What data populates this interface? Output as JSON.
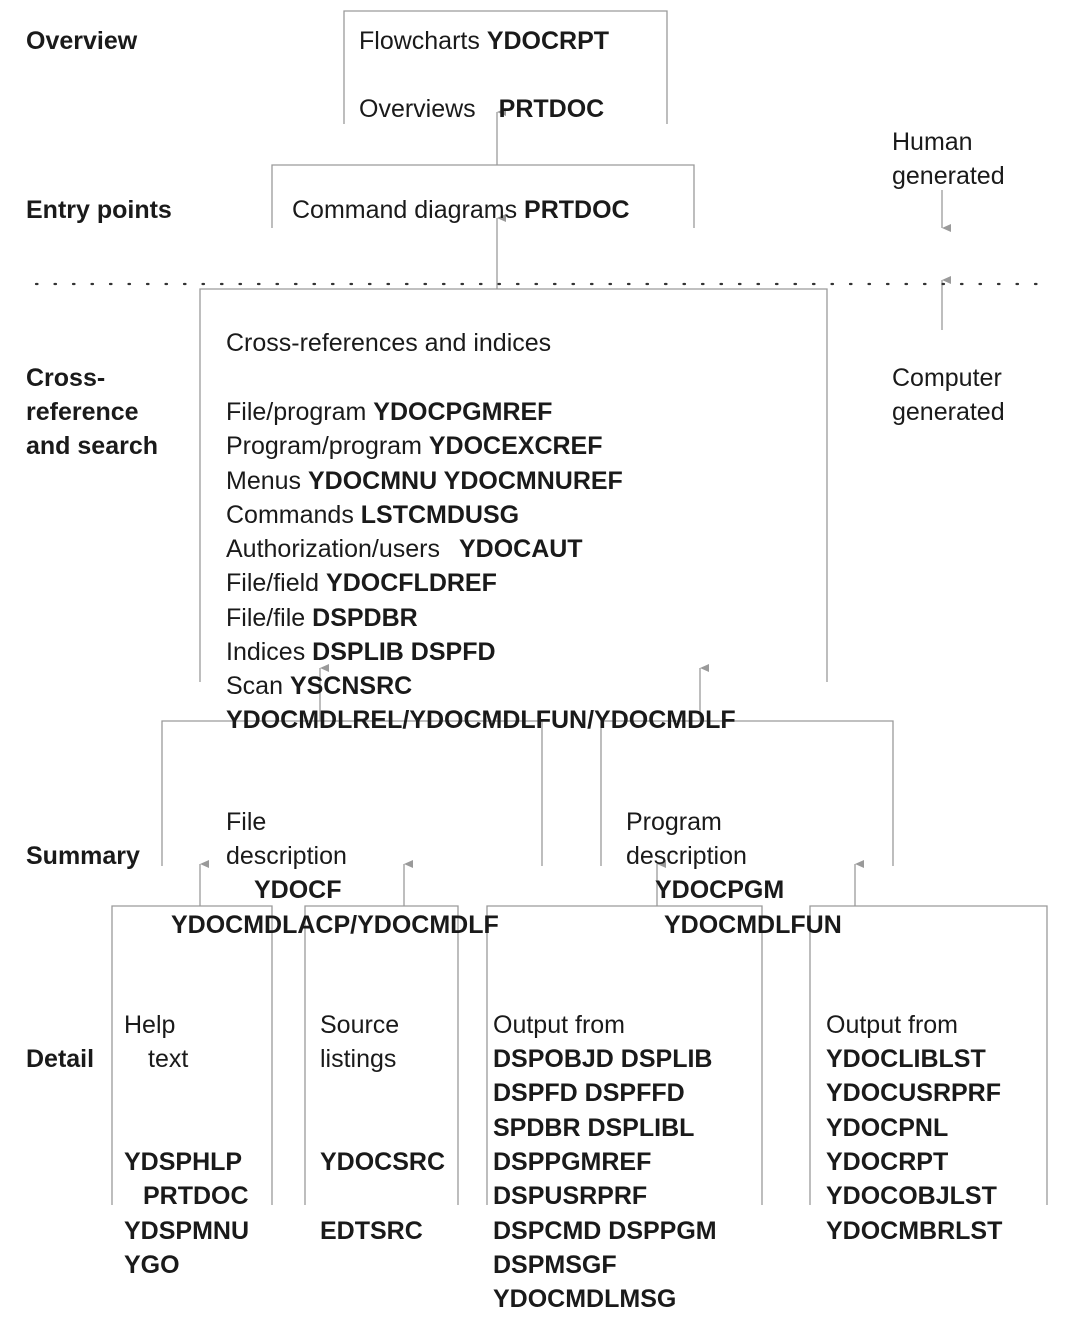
{
  "levels": {
    "overview": "Overview",
    "entry_points": "Entry points",
    "cross_reference": [
      "Cross-",
      "reference",
      "and search"
    ],
    "summary": "Summary",
    "detail": "Detail"
  },
  "side_labels": {
    "human": [
      "Human",
      "generated"
    ],
    "computer": [
      "Computer",
      "generated"
    ]
  },
  "overview_box": {
    "flowcharts_label": "Flowcharts",
    "flowcharts_cmd": "YDOCRPT",
    "overviews_label": "Overviews",
    "overviews_cmd": "PRTDOC"
  },
  "entry_box": {
    "label": "Command diagrams",
    "cmd": "PRTDOC"
  },
  "xref_box": {
    "title": "Cross-references and indices",
    "items": [
      {
        "label": "File/program",
        "cmd": "YDOCPGMREF"
      },
      {
        "label": "Program/program",
        "cmd": "YDOCEXCREF"
      },
      {
        "label": "Menus",
        "cmd": "YDOCMNU YDOCMNUREF"
      },
      {
        "label": "Commands",
        "cmd": "LSTCMDUSG"
      },
      {
        "label": "Authorization/users",
        "cmd": "YDOCAUT"
      },
      {
        "label": "File/field",
        "cmd": "YDOCFLDREF"
      },
      {
        "label": "File/file",
        "cmd": "DSPDBR"
      },
      {
        "label": "Indices",
        "cmd": "DSPLIB DSPFD"
      },
      {
        "label": "Scan",
        "cmd": "YSCNSRC"
      }
    ],
    "extra": "YDOCMDLREL/YDOCMDLFUN/YDOCMDLF"
  },
  "file_desc": {
    "line1": "File",
    "line2": "description",
    "cmd1": "YDOCF",
    "cmd2": "YDOCMDLACP/YDOCMDLF"
  },
  "program_desc": {
    "line1": "Program",
    "line2": "description",
    "cmd1": "YDOCPGM",
    "cmd2": "YDOCMDLFUN"
  },
  "detail_help": {
    "line1": "Help",
    "line2": "text",
    "cmds": [
      "YDSPHLP",
      "PRTDOC",
      "YDSPMNU",
      "YGO"
    ]
  },
  "detail_source": {
    "line1": "Source",
    "line2": "listings",
    "cmds": [
      "YDOCSRC",
      "EDTSRC"
    ]
  },
  "detail_output1": {
    "line1": "Output from",
    "cmds": [
      "DSPOBJD DSPLIB",
      "DSPFD DSPFFD",
      "SPDBR DSPLIBL",
      "DSPPGMREF",
      "DSPUSRPRF",
      "DSPCMD DSPPGM",
      "DSPMSGF",
      "YDOCMDLMSG"
    ]
  },
  "detail_output2": {
    "line1": "Output from",
    "cmds": [
      "YDOCLIBLST",
      "YDOCUSRPRF",
      "YDOCPNL",
      "YDOCRPT",
      "YDOCOBJLST",
      "YDOCMBRLST"
    ]
  },
  "colors": {
    "line": "#9a9a9a",
    "text": "#1a1a1a",
    "background": "#ffffff"
  }
}
